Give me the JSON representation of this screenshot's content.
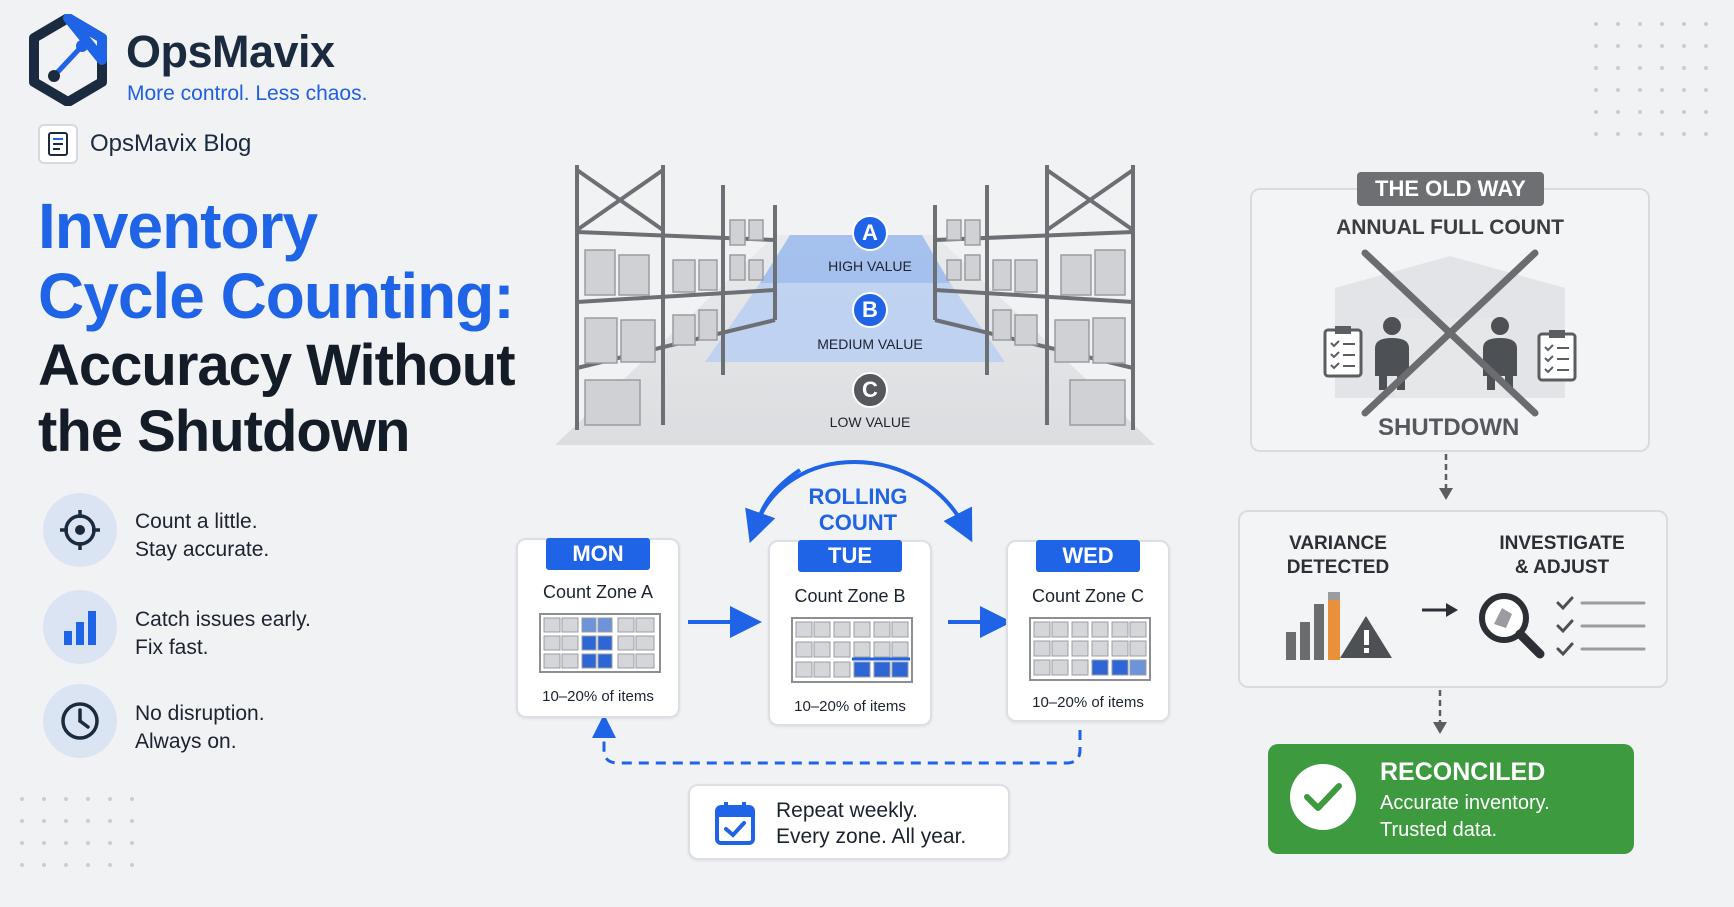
{
  "brand": {
    "name": "OpsMavix",
    "tagline": "More control. Less chaos.",
    "blog_label": "OpsMavix Blog",
    "logo_icon": "hexagon-node-logo",
    "blog_icon": "document-icon"
  },
  "headline": {
    "line1": "Inventory",
    "line2": "Cycle Counting:",
    "line3": "Accuracy Without",
    "line4": "the Shutdown"
  },
  "features": [
    {
      "icon": "target-icon",
      "line1": "Count a little.",
      "line2": "Stay accurate."
    },
    {
      "icon": "bar-chart-icon",
      "line1": "Catch issues early.",
      "line2": "Fix fast."
    },
    {
      "icon": "clock-icon",
      "line1": "No disruption.",
      "line2": "Always on."
    }
  ],
  "zones": [
    {
      "letter": "A",
      "label": "HIGH VALUE"
    },
    {
      "letter": "B",
      "label": "MEDIUM VALUE"
    },
    {
      "letter": "C",
      "label": "LOW VALUE"
    }
  ],
  "rolling": {
    "line1": "ROLLING",
    "line2": "COUNT"
  },
  "days": [
    {
      "day": "MON",
      "title": "Count Zone A",
      "foot": "10–20% of items"
    },
    {
      "day": "TUE",
      "title": "Count Zone B",
      "foot": "10–20% of items"
    },
    {
      "day": "WED",
      "title": "Count Zone C",
      "foot": "10–20% of items"
    }
  ],
  "repeat": {
    "line1": "Repeat weekly.",
    "line2": "Every zone. All year.",
    "icon": "calendar-check-icon"
  },
  "old_way": {
    "badge": "THE OLD WAY",
    "title": "ANNUAL FULL COUNT",
    "footer": "SHUTDOWN"
  },
  "process": {
    "step1": {
      "line1": "VARIANCE",
      "line2": "DETECTED"
    },
    "step2": {
      "line1": "INVESTIGATE",
      "line2": "& ADJUST"
    }
  },
  "reconciled": {
    "title": "RECONCILED",
    "line1": "Accurate inventory.",
    "line2": "Trusted data."
  },
  "colors": {
    "accent_blue": "#1f63e6",
    "dark_text": "#141c28",
    "success_green": "#3d9a3f",
    "warning_orange": "#e8913a"
  }
}
